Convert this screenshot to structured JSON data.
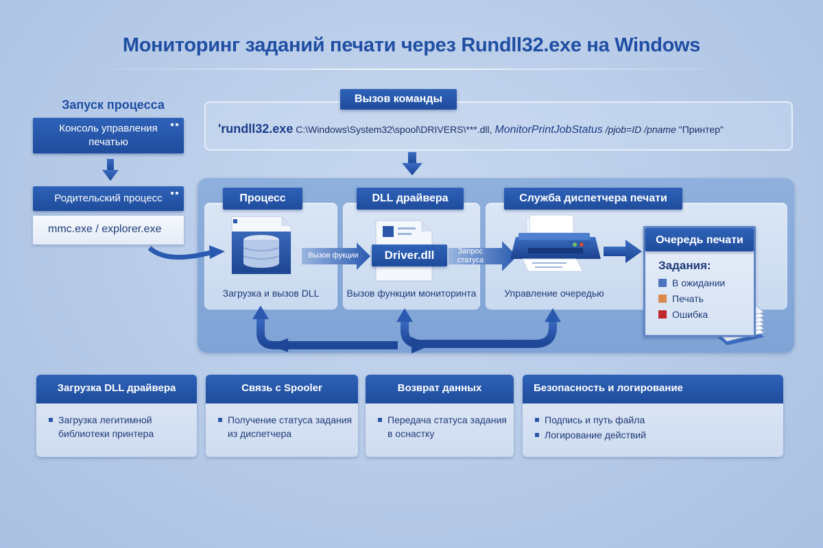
{
  "title": "Мониторинг заданий печати через Rundll32.exe на Windows",
  "left": {
    "heading": "Запуск процесса",
    "console": "Консоль управления печатью",
    "parent": "Родительский процесс",
    "exe": "mmc.exe / explorer.exe"
  },
  "command": {
    "label": "Вызов команды",
    "exe": "'rundll32.exe",
    "path": " C:\\Windows\\System32\\spool\\DRIVERS\\***.dll, ",
    "function": "MonitorPrintJobStatus",
    "args": " /pjob=ID /pname ",
    "printer": "\"Принтер\""
  },
  "process": {
    "label": "Процесс",
    "caption": "Загрузка и вызов DLL",
    "arrow_text": "Вызов фукции"
  },
  "dll": {
    "label": "DLL драйвера",
    "file": "Driver.dll",
    "caption": "Вызов функции мониторинта",
    "arrow_text_1": "Запрос",
    "arrow_text_2": "статуса"
  },
  "service": {
    "label": "Служба диспетчера печати",
    "caption": "Управление очередью"
  },
  "queue": {
    "title": "Очередь печати",
    "subtitle": "Задания:",
    "items": [
      {
        "label": "В ожидании",
        "color": "#4a74bd"
      },
      {
        "label": "Печать",
        "color": "#d98a4c"
      },
      {
        "label": "Ошибка",
        "color": "#c0282e"
      }
    ]
  },
  "cards": [
    {
      "title": "Загрузка DLL драйвера",
      "lines": [
        "Загрузка легитимной",
        "библиотеки принтера"
      ]
    },
    {
      "title": "Связь с Spooler",
      "lines": [
        "Получение статуса задания",
        "из диспетчера"
      ]
    },
    {
      "title": "Возврат данных",
      "lines": [
        "Передача статуса задания",
        "в оснастку"
      ]
    },
    {
      "title": "Безопасность и логирование",
      "items": [
        "Подпись и путь файла",
        "Логирование действий"
      ]
    }
  ]
}
